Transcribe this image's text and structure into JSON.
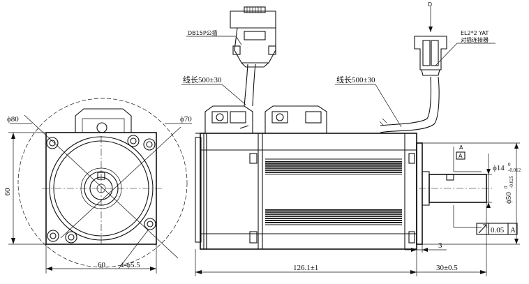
{
  "front_view": {
    "dia_flange": "ϕ80",
    "dia_bolt_circle": "ϕ70",
    "height": "60",
    "width": "60",
    "holes": "4-ϕ5.5"
  },
  "side_view": {
    "connector_db15": "DB15P公插",
    "connector_el2": "EL2*2 YAT",
    "connector_el2_sub": "对插连接器",
    "view_marker": "D",
    "cable_len_1": "线长500±30",
    "cable_len_2": "线长500±30",
    "length_body": "126.1±1",
    "length_shaft": "30±0.5",
    "flange_thk": "3",
    "shaft_dia": "ϕ14",
    "shaft_tol_upper": "0",
    "shaft_tol_lower": "-0.012",
    "pilot_dia": "ϕ50",
    "pilot_tol_upper": "0",
    "pilot_tol_lower": "-0.025",
    "datum": "A",
    "datum_top": "A",
    "runout_value": "0.05",
    "runout_datum": "A"
  }
}
